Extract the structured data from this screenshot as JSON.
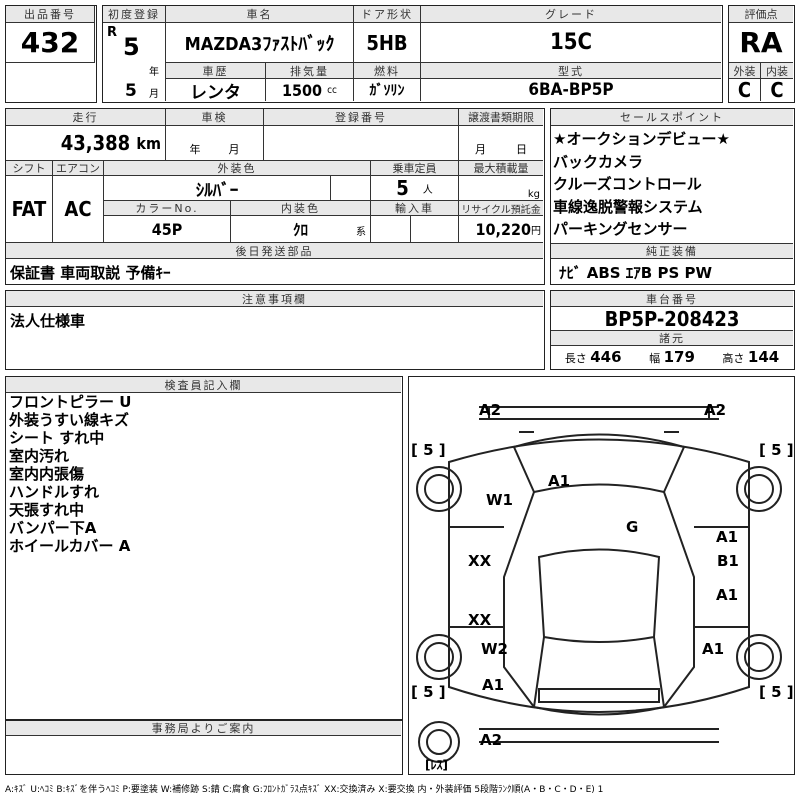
{
  "lot": {
    "label": "出品番号",
    "value": "432"
  },
  "first_reg": {
    "label": "初度登録",
    "era": "R",
    "year": "5",
    "year_unit": "年",
    "month": "5",
    "month_unit": "月"
  },
  "car_name": {
    "label": "車名",
    "value": "MAZDA3ﾌｧｽﾄﾊﾞｯｸ"
  },
  "door": {
    "label": "ドア形状",
    "value": "5HB"
  },
  "grade": {
    "label": "グレード",
    "value": "15C"
  },
  "history": {
    "label": "車歴",
    "value": "レンタ"
  },
  "displacement": {
    "label": "排気量",
    "value": "1500",
    "unit": "cc"
  },
  "fuel": {
    "label": "燃料",
    "value": "ｶﾞｿﾘﾝ"
  },
  "model": {
    "label": "型式",
    "value": "6BA-BP5P"
  },
  "score": {
    "label": "評価点",
    "value": "RA",
    "ext_label": "外装",
    "int_label": "内装",
    "ext": "C",
    "int": "C"
  },
  "mileage": {
    "label": "走行",
    "value": "43,388",
    "unit": "km"
  },
  "inspection": {
    "label": "車検",
    "year_unit": "年",
    "month_unit": "月"
  },
  "reg_no": {
    "label": "登録番号"
  },
  "transfer": {
    "label": "譲渡書類期限",
    "month_unit": "月",
    "day_unit": "日"
  },
  "shift": {
    "label": "シフト",
    "value": "FAT"
  },
  "ac": {
    "label": "エアコン",
    "value": "AC"
  },
  "ext_color": {
    "label": "外装色",
    "value": "ｼﾙﾊﾞｰ"
  },
  "capacity": {
    "label": "乗車定員",
    "value": "5",
    "unit": "人"
  },
  "max_load": {
    "label": "最大積載量",
    "unit": "kg"
  },
  "color_no": {
    "label": "カラーNo.",
    "value": "45P"
  },
  "int_color": {
    "label": "内装色",
    "value": "ｸﾛ",
    "unit": "系"
  },
  "import": {
    "label": "輸入車"
  },
  "recycle": {
    "label": "リサイクル預託金",
    "value": "10,220",
    "unit": "円"
  },
  "later_parts": {
    "label": "後日発送部品",
    "value": "保証書 車両取説 予備ｷｰ"
  },
  "sales": {
    "label": "セールスポイント",
    "items": [
      "★オークションデビュー★",
      "バックカメラ",
      "クルーズコントロール",
      "車線逸脱警報システム",
      "パーキングセンサー"
    ]
  },
  "equip": {
    "label": "純正装備",
    "value": "ﾅﾋﾞ ABS ｴｱB PS PW"
  },
  "notes": {
    "label": "注意事項欄",
    "value": "法人仕様車"
  },
  "chassis": {
    "label": "車台番号",
    "value": "BP5P-208423",
    "spec_label": "諸元",
    "length_label": "長さ",
    "length": "446",
    "width_label": "幅",
    "width": "179",
    "height_label": "高さ",
    "height": "144"
  },
  "inspector": {
    "label": "検査員記入欄",
    "items": [
      "フロントピラー U",
      "外装うすい線キズ",
      "シート すれ中",
      "室内汚れ",
      "室内内張傷",
      "ハンドルすれ",
      "天張すれ中",
      "バンパー下A",
      "ホイールカバー A"
    ]
  },
  "office": {
    "label": "事務局よりご案内"
  },
  "diagram": {
    "marks": [
      "A2",
      "A2",
      "[ 5 ]",
      "[ 5 ]",
      "A1",
      "W1",
      "G",
      "A1",
      "XX",
      "B1",
      "A1",
      "XX",
      "W2",
      "A1",
      "A1",
      "[ 5 ]",
      "[ 5 ]",
      "A2",
      "[ﾚｽ]"
    ]
  },
  "legend": "A:ｷｽﾞ U:ﾍｺﾐ B:ｷｽﾞを伴うﾍｺﾐ P:要塗装 W:補修跡 S:錆 C:腐食 G:ﾌﾛﾝﾄｶﾞﾗｽ点ｷｽﾞ XX:交換済み X:要交換 内・外装評価 5段階ﾗﾝｸ順(A・B・C・D・E) 1"
}
